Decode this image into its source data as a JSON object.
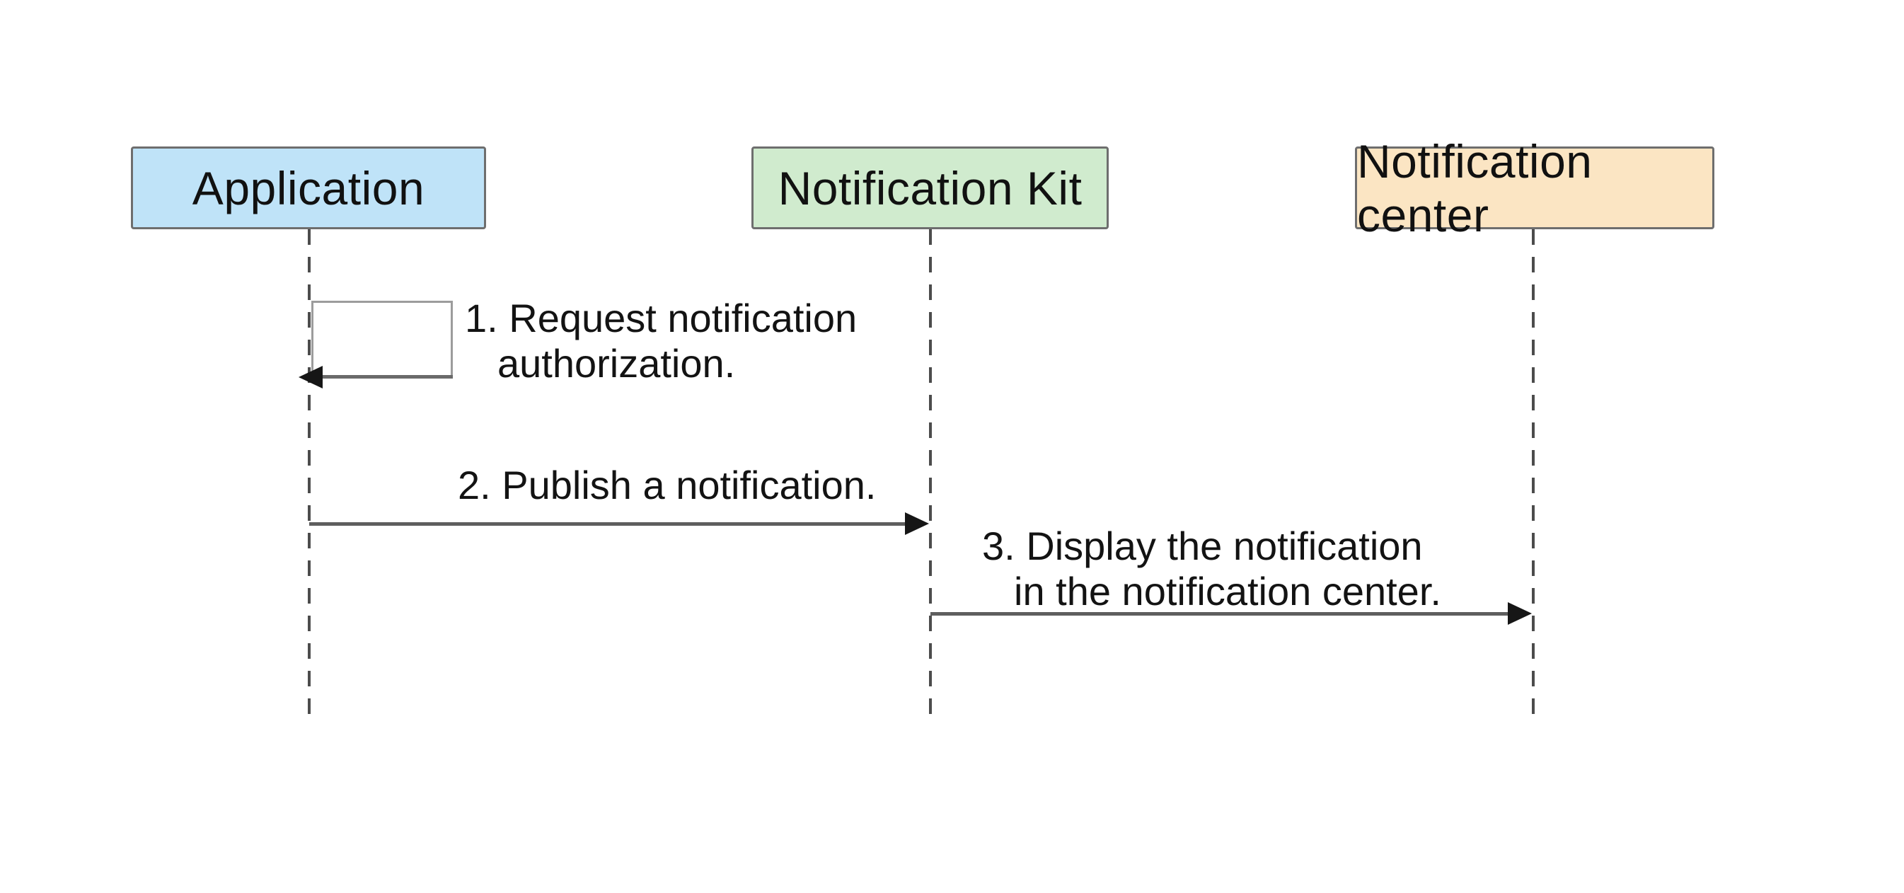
{
  "diagram": {
    "type": "sequence-diagram",
    "background_color": "#ffffff",
    "actors": [
      {
        "label": "Application",
        "fill": "#bfe3f8",
        "border": "#6e6e6e",
        "text_color": "#111111"
      },
      {
        "label": "Notification Kit",
        "fill": "#d0ebce",
        "border": "#6e6e6e",
        "text_color": "#111111"
      },
      {
        "label": "Notification center",
        "fill": "#fbe5c3",
        "border": "#6e6e6e",
        "text_color": "#111111"
      }
    ],
    "messages": [
      {
        "index": "1",
        "kind": "self-message",
        "from": "Application",
        "to": "Application",
        "line1": "1. Request notification",
        "line2": "authorization."
      },
      {
        "index": "2",
        "kind": "arrow",
        "from": "Application",
        "to": "Notification Kit",
        "line1": "2. Publish a notification."
      },
      {
        "index": "3",
        "kind": "arrow",
        "from": "Notification Kit",
        "to": "Notification center",
        "line1": "3. Display the notification",
        "line2": "in the notification center."
      }
    ],
    "colors": {
      "message_line": "#5e5e5e",
      "lifeline": "#4c4c4c",
      "arrowhead": "#161616",
      "self_loop_border": "#9c9c9c"
    }
  }
}
